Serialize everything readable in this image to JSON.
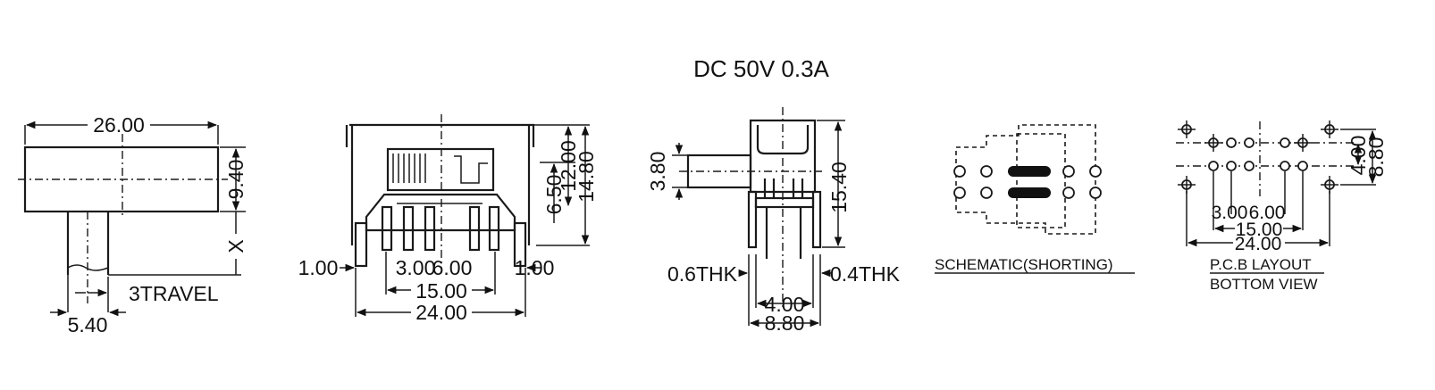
{
  "title": "DC  50V  0.3A",
  "side_view": {
    "width_dim": "26.00",
    "height_dim": "9.40",
    "x_label": "X",
    "travel": "3TRAVEL",
    "knob_dim": "5.40"
  },
  "front_view": {
    "dim_12": "12.00",
    "dim_148": "14.80",
    "dim_65": "6.50",
    "dim_left": "1.00",
    "dim_3": "3.00",
    "dim_6": "6.00",
    "dim_right": "1.00",
    "dim_15": "15.00",
    "dim_24": "24.00"
  },
  "end_view": {
    "dim_38": "3.80",
    "dim_154": "15.40",
    "thk_left": "0.6THK",
    "thk_right": "0.4THK",
    "dim_4": "4.00",
    "dim_88": "8.80"
  },
  "schematic": {
    "caption": "SCHEMATIC(SHORTING)"
  },
  "pcb": {
    "caption1": "P.C.B LAYOUT",
    "caption2": "BOTTOM VIEW",
    "dim_3": "3.00",
    "dim_6": "6.00",
    "dim_15": "15.00",
    "dim_24": "24.00",
    "dim_4": "4.00",
    "dim_88": "8.80"
  }
}
